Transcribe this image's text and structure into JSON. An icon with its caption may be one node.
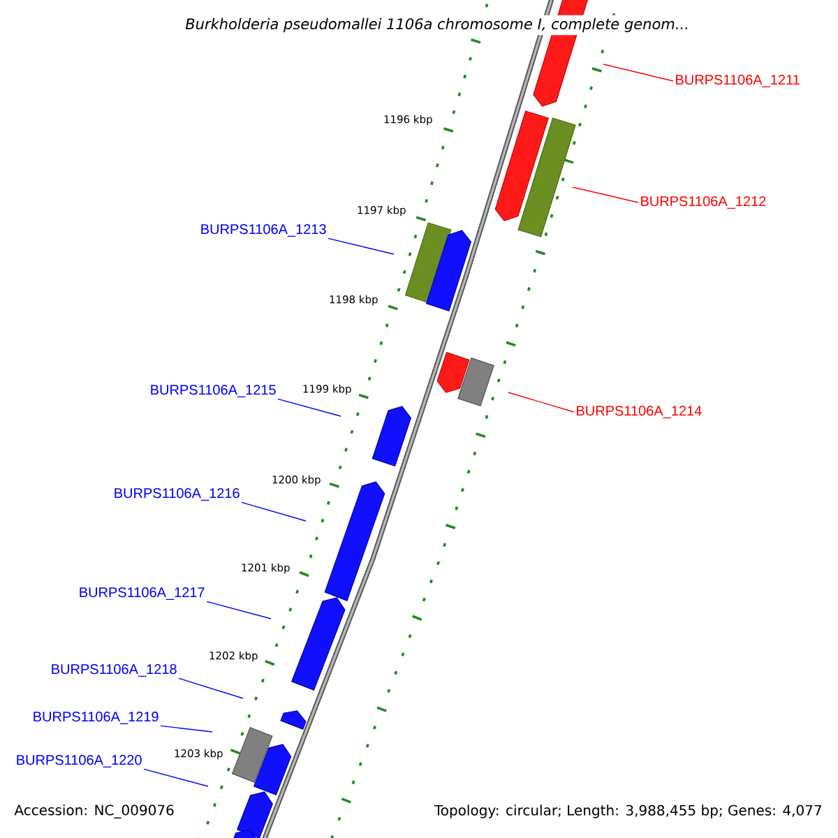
{
  "diagram": {
    "title": "Burkholderia pseudomallei 1106a chromosome I, complete genom...",
    "nodes": [
      {
        "text": [
          "BURPS1106A_1211"
        ]
      },
      {
        "text": [
          "BURPS1106A_1212"
        ]
      },
      {
        "text": [
          "BURPS1106A_1213"
        ]
      },
      {
        "text": [
          "BURPS1106A_1215"
        ]
      },
      {
        "text": [
          "BURPS1106A_1214"
        ]
      },
      {
        "text": [
          "BURPS1106A_1216"
        ]
      },
      {
        "text": [
          "BURPS1106A_1217"
        ]
      },
      {
        "text": [
          "BURPS1106A_1218"
        ]
      },
      {
        "text": [
          "BURPS1106A_1219"
        ]
      },
      {
        "text": [
          "BURPS1106A_1220"
        ]
      }
    ],
    "edges": [
      {
        "from": 0,
        "to": null,
        "arrow": "none",
        "color": "#ff0000"
      },
      {
        "from": 1,
        "to": null,
        "arrow": "none",
        "color": "#ff0000"
      },
      {
        "from": 2,
        "to": null,
        "arrow": "none"
      },
      {
        "from": 3,
        "to": null,
        "arrow": "none"
      },
      {
        "from": 4,
        "to": null,
        "arrow": "none",
        "color": "#ff0000"
      },
      {
        "from": 5,
        "to": null,
        "arrow": "none"
      },
      {
        "from": 6,
        "to": null,
        "arrow": "none"
      },
      {
        "from": 7,
        "to": null,
        "arrow": "none"
      },
      {
        "from": 8,
        "to": null,
        "arrow": "none"
      },
      {
        "from": 9,
        "to": null,
        "arrow": "none"
      }
    ],
    "labels": [
      "1196 kbp",
      "1197 kbp",
      "1198 kbp",
      "1199 kbp",
      "1200 kbp",
      "1201 kbp",
      "1202 kbp",
      "1203 kbp",
      "Accession: NC_009076",
      "Topology: circular; Length: 3,988,455 bp; Genes: 4,077"
    ]
  }
}
